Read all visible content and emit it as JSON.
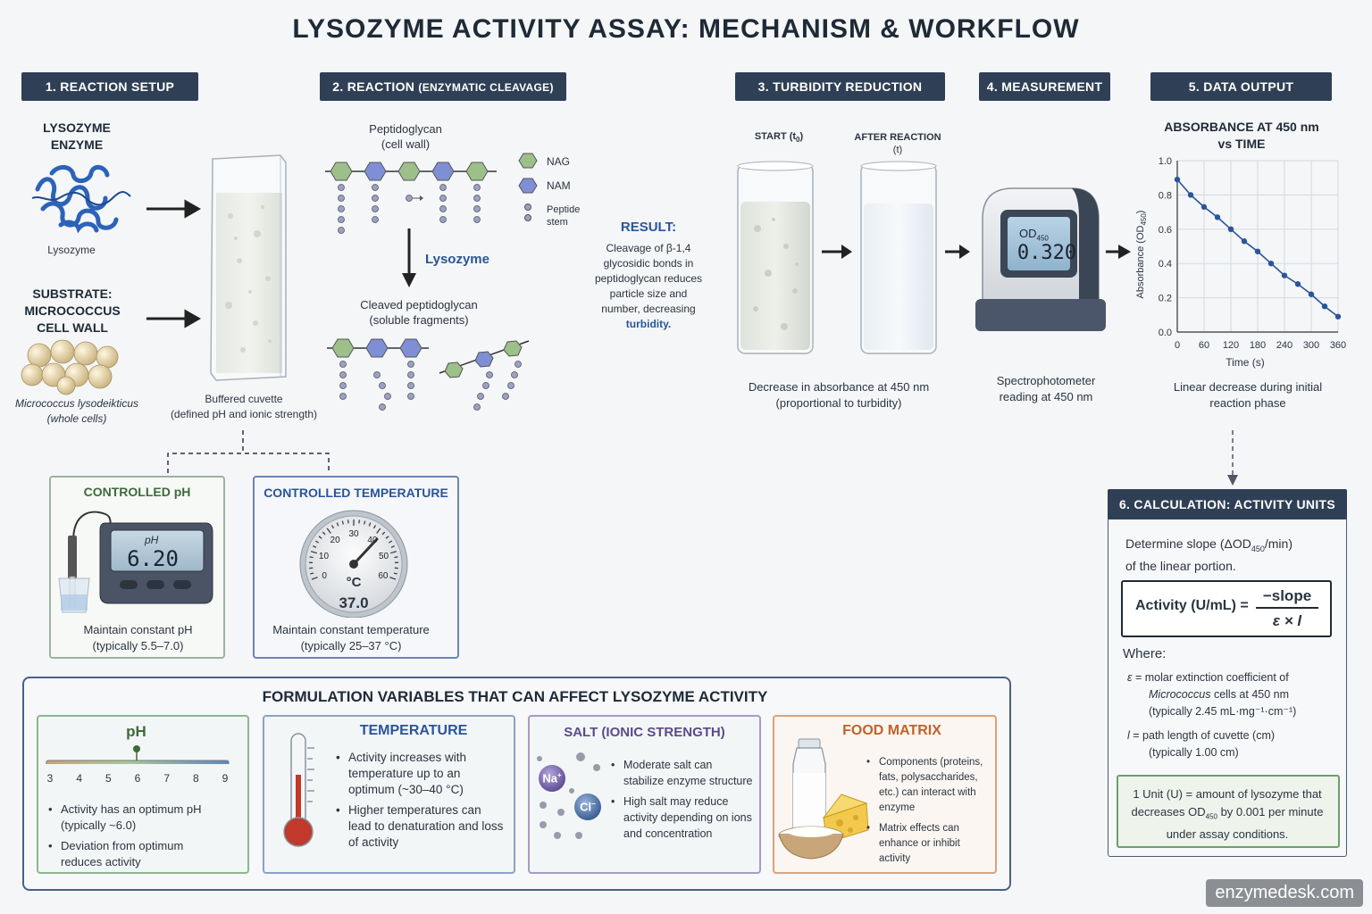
{
  "title": "LYSOZYME ACTIVITY ASSAY: MECHANISM & WORKFLOW",
  "steps": {
    "s1": "1. REACTION SETUP",
    "s2_main": "2. REACTION",
    "s2_sub": "(ENZYMATIC CLEAVAGE)",
    "s3": "3. TURBIDITY REDUCTION",
    "s4": "4. MEASUREMENT",
    "s5": "5. DATA OUTPUT",
    "s6": "6. CALCULATION: ACTIVITY UNITS"
  },
  "setup": {
    "enzyme_title_1": "LYSOZYME",
    "enzyme_title_2": "ENZYME",
    "enzyme_caption": "Lysozyme",
    "substrate_1": "SUBSTRATE:",
    "substrate_2": "MICROCOCCUS",
    "substrate_3": "CELL WALL",
    "cells_caption_1": "Micrococcus lysodeikticus",
    "cells_caption_2": "(whole cells)",
    "cuvette_1": "Buffered cuvette",
    "cuvette_2": "(defined pH and ionic strength)"
  },
  "reaction": {
    "pg_1": "Peptidoglycan",
    "pg_2": "(cell wall)",
    "legend_nag": "NAG",
    "legend_nam": "NAM",
    "legend_peptide_1": "Peptide",
    "legend_peptide_2": "stem",
    "arrow_label": "Lysozyme",
    "cleaved_1": "Cleaved peptidoglycan",
    "cleaved_2": "(soluble fragments)"
  },
  "result": {
    "title": "RESULT:",
    "l1": "Cleavage of β-1,4",
    "l2": "glycosidic bonds in",
    "l3": "peptidoglycan reduces",
    "l4": "particle size and",
    "l5": "number, decreasing",
    "l6": "turbidity."
  },
  "turbidity": {
    "start_label": "START (t",
    "start_sub": "0",
    "start_end": ")",
    "after_label_1": "AFTER REACTION",
    "after_label_2": "(t)",
    "caption_1": "Decrease in absorbance at 450 nm",
    "caption_2": "(proportional to turbidity)"
  },
  "measurement": {
    "screen_label": "OD",
    "screen_sub": "450",
    "screen_value": "0.320",
    "caption_1": "Spectrophotometer",
    "caption_2": "reading at 450 nm"
  },
  "chart_data": {
    "type": "line",
    "title_1": "ABSORBANCE AT 450 nm",
    "title_2": "vs TIME",
    "xlabel": "Time (s)",
    "ylabel": "Absorbance (OD",
    "ylabel_sub": "450",
    "ylabel_end": ")",
    "xlim": [
      0,
      360
    ],
    "ylim": [
      0,
      1.0
    ],
    "xticks": [
      "0",
      "60",
      "120",
      "180",
      "240",
      "300",
      "360"
    ],
    "yticks": [
      "0.0",
      "0.2",
      "0.4",
      "0.6",
      "0.8",
      "1.0"
    ],
    "x": [
      0,
      30,
      60,
      90,
      120,
      150,
      180,
      210,
      240,
      270,
      300,
      330,
      360
    ],
    "y": [
      0.89,
      0.8,
      0.73,
      0.67,
      0.6,
      0.53,
      0.47,
      0.4,
      0.33,
      0.28,
      0.22,
      0.15,
      0.09
    ],
    "color": "#2a5599",
    "grid": true,
    "caption_1": "Linear decrease during initial",
    "caption_2": "reaction phase"
  },
  "controls": {
    "ph_title": "CONTROLLED pH",
    "ph_screen_label": "pH",
    "ph_value": "6.20",
    "ph_caption_1": "Maintain constant pH",
    "ph_caption_2": "(typically 5.5–7.0)",
    "temp_title": "CONTROLLED TEMPERATURE",
    "temp_unit": "°C",
    "temp_value": "37.0",
    "temp_ticks": [
      "0",
      "10",
      "20",
      "30",
      "40",
      "50",
      "60"
    ],
    "temp_caption_1": "Maintain constant temperature",
    "temp_caption_2": "(typically 25–37 °C)"
  },
  "variables": {
    "title": "FORMULATION VARIABLES THAT CAN AFFECT LYSOZYME ACTIVITY",
    "ph": {
      "title": "pH",
      "scale": [
        "3",
        "4",
        "5",
        "6",
        "7",
        "8",
        "9"
      ],
      "b1": "Activity has an optimum pH (typically ~6.0)",
      "b2": "Deviation from optimum reduces activity"
    },
    "temp": {
      "title": "TEMPERATURE",
      "b1": "Activity increases with temperature up to an optimum (~30–40 °C)",
      "b2": "Higher temperatures can lead to denaturation and loss of activity"
    },
    "salt": {
      "title": "SALT (IONIC STRENGTH)",
      "na": "Na",
      "na_sup": "+",
      "cl": "Cl",
      "cl_sup": "−",
      "b1": "Moderate salt can stabilize enzyme structure",
      "b2": "High salt may reduce activity depending on ions and concentration"
    },
    "food": {
      "title": "FOOD MATRIX",
      "b1": "Components (proteins, fats, polysaccharides, etc.) can interact with enzyme",
      "b2": "Matrix effects can enhance or inhibit activity"
    }
  },
  "calc": {
    "intro_1": "Determine slope (ΔOD",
    "intro_sub": "450",
    "intro_2": "/min)",
    "intro_3": "of the linear portion.",
    "formula_left": "Activity (U/mL) =",
    "formula_num": "−slope",
    "formula_den": "ε × l",
    "where": "Where:",
    "eps_sym": "ε",
    "eps_1": "= molar extinction coefficient of",
    "eps_2a": "Micrococcus",
    "eps_2b": " cells at 450 nm",
    "eps_3": "(typically 2.45 mL·mg⁻¹·cm⁻¹)",
    "l_sym": "l",
    "l_1": "= path length of cuvette (cm)",
    "l_2": "(typically 1.00 cm)",
    "unit_1": "1 Unit (U) = amount of lysozyme that",
    "unit_2a": "decreases OD",
    "unit_2sub": "450",
    "unit_2b": " by 0.001 per minute",
    "unit_3": "under assay conditions."
  },
  "watermark": "enzymedesk.com",
  "colors": {
    "header_bg": "#2f4056",
    "nag": "#9dbf8a",
    "nam": "#7f8fd6",
    "accent_blue": "#2a5599"
  }
}
